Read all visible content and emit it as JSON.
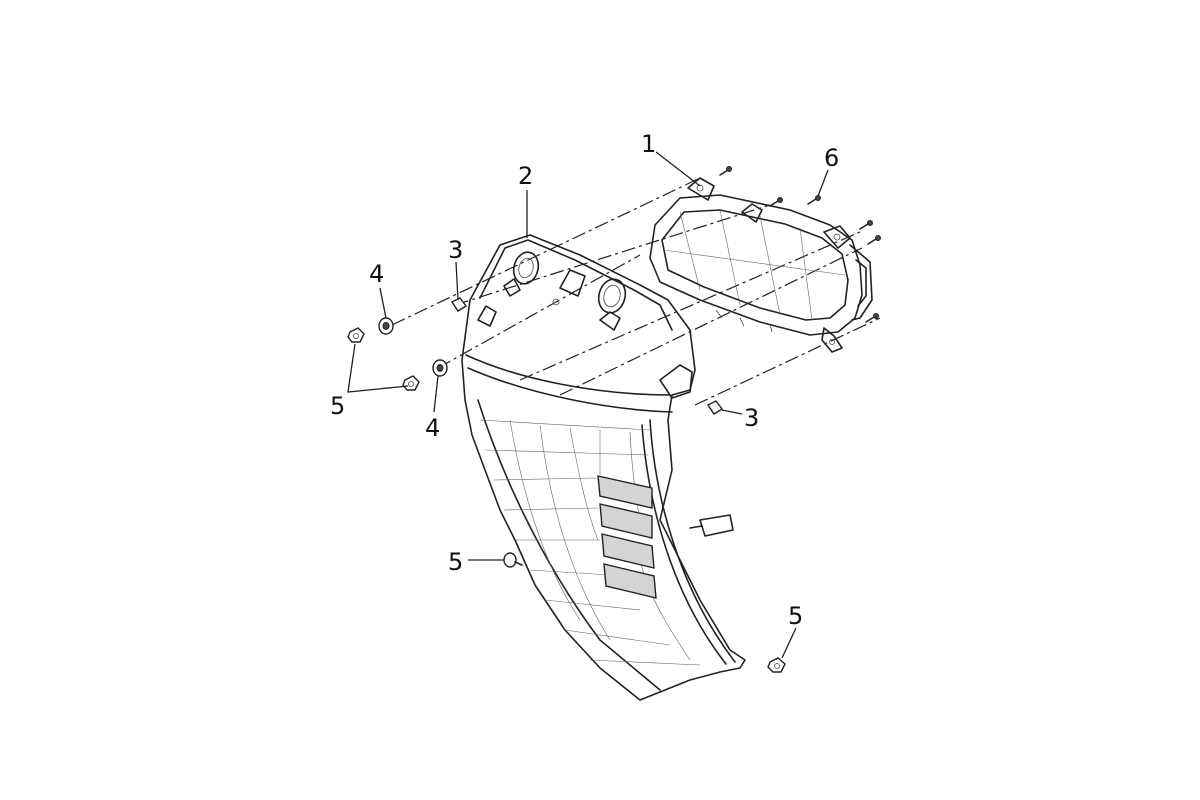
{
  "diagram": {
    "callouts": [
      {
        "id": "1",
        "label": "1"
      },
      {
        "id": "2",
        "label": "2"
      },
      {
        "id": "3a",
        "label": "3"
      },
      {
        "id": "3b",
        "label": "3"
      },
      {
        "id": "4a",
        "label": "4"
      },
      {
        "id": "4b",
        "label": "4"
      },
      {
        "id": "5a",
        "label": "5"
      },
      {
        "id": "5b",
        "label": "5"
      },
      {
        "id": "5c",
        "label": "5"
      },
      {
        "id": "6",
        "label": "6"
      }
    ],
    "colors": {
      "line": "#222222",
      "vent_fill": "#d4d4d4",
      "background": "#ffffff"
    }
  }
}
